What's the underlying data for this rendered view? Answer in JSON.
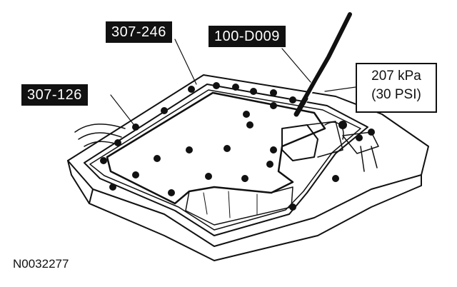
{
  "labels": {
    "tool_a": "307-246",
    "tool_b": "100-D009",
    "tool_c": "307-126",
    "pressure_line1": "207 kPa",
    "pressure_line2": "(30 PSI)"
  },
  "figure_id": "N0032277",
  "colors": {
    "ink": "#111111",
    "paper": "#ffffff"
  }
}
